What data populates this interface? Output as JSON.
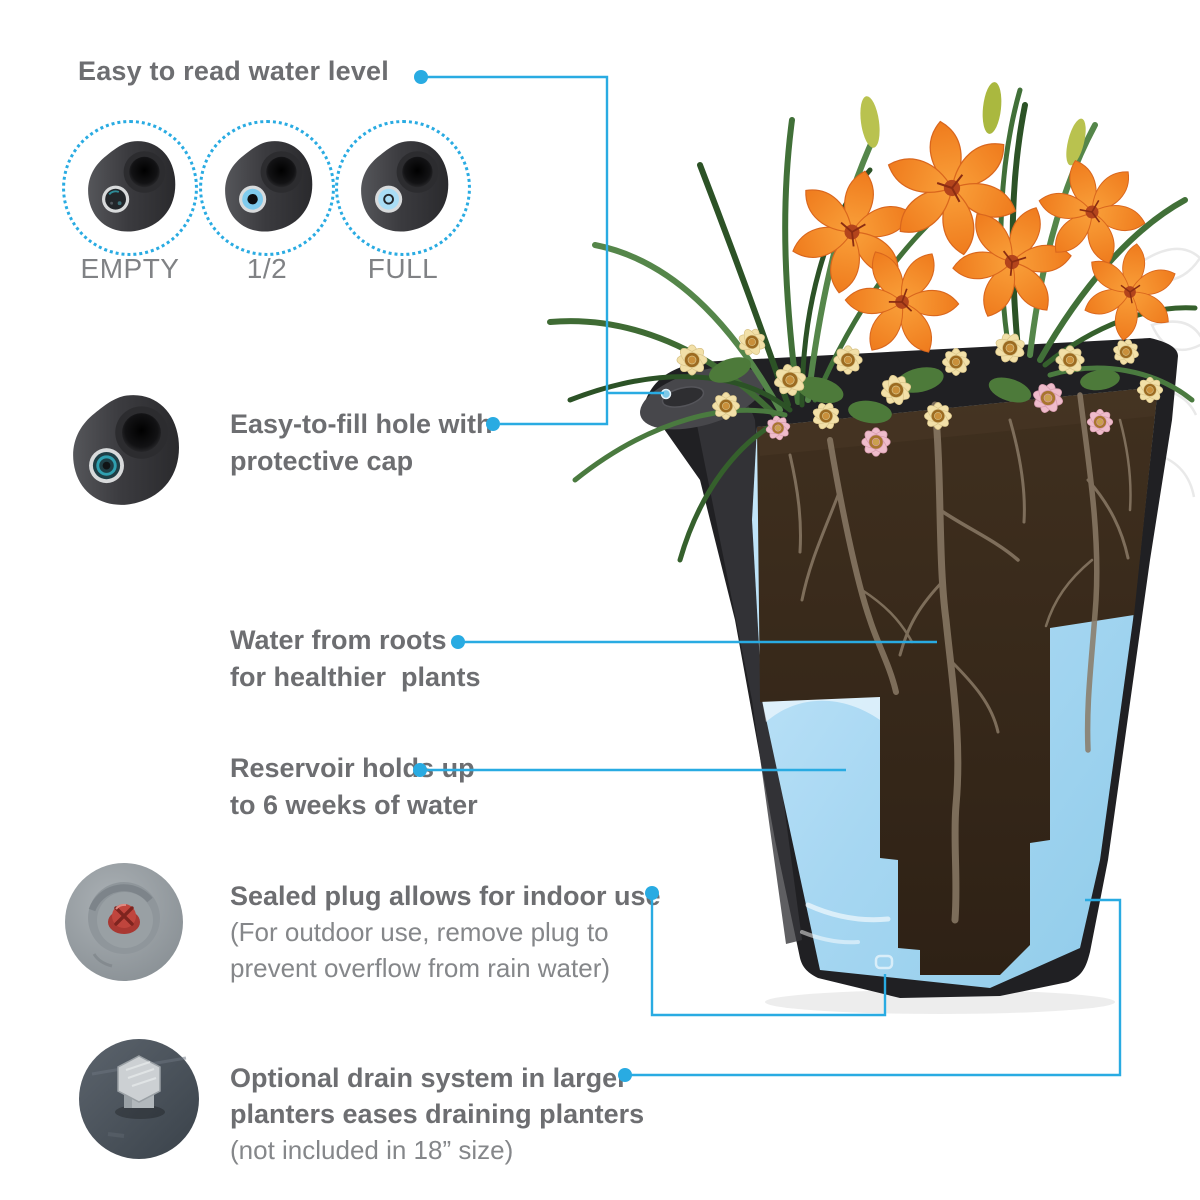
{
  "palette": {
    "accent_blue": "#29abe2",
    "heading_gray": "#6d6e71",
    "body_gray": "#85878a",
    "water_blue": "#a7d7f2",
    "soil_brown": "#3a2c1e",
    "root_tan": "#8a7a66",
    "planter_black": "#202023",
    "plug_red": "#c0453d"
  },
  "sections": {
    "water_level": {
      "heading": "Easy to read water level",
      "levels": [
        {
          "label": "EMPTY"
        },
        {
          "label": "1/2"
        },
        {
          "label": "FULL"
        }
      ]
    },
    "fill_hole": {
      "line1": "Easy-to-fill hole with",
      "line2": "protective cap"
    },
    "roots": {
      "line1": "Water from roots",
      "line2": "for healthier  plants"
    },
    "reservoir": {
      "line1": "Reservoir holds up",
      "line2": "to 6 weeks of water"
    },
    "plug": {
      "bold": "Sealed plug allows for indoor use",
      "normal1": "(For outdoor use, remove plug to",
      "normal2": "prevent overflow from rain water)"
    },
    "drain": {
      "bold1": "Optional drain system in larger",
      "bold2": "planters eases draining planters",
      "normal": "(not included in 18” size)"
    }
  }
}
